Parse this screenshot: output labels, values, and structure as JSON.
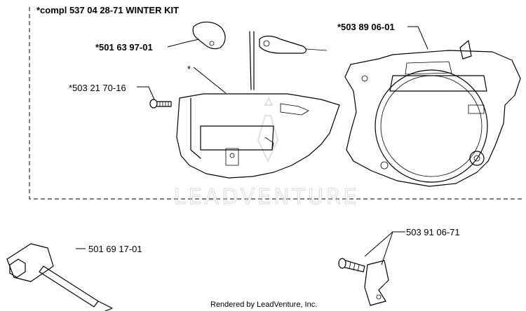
{
  "kit": {
    "title": "*compl 537 04 28-71 WINTER KIT"
  },
  "parts": {
    "cover_cap": "*501 63 97-01",
    "cover_star": "*",
    "screw": "*503 21 70-16",
    "crankcase": "*503 89 06-01",
    "wrench": "501 69 17-01",
    "clamp": "503 91 06-71"
  },
  "watermark": "LEADVENTURE",
  "footer": "Rendered by LeadVenture, Inc."
}
